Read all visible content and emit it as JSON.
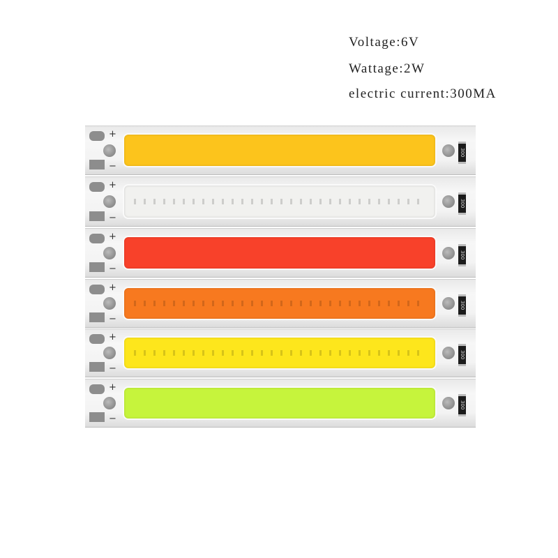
{
  "specs": {
    "voltage": "Voltage:6V",
    "wattage": "Wattage:2W",
    "current": "electric current:300MA"
  },
  "strips": [
    {
      "color_name": "warm-white",
      "color": "#fcc41c",
      "chips": false
    },
    {
      "color_name": "unlit-white",
      "color": "#f1f1ef",
      "chips": true
    },
    {
      "color_name": "red",
      "color": "#f8412a",
      "chips": false
    },
    {
      "color_name": "orange",
      "color": "#f7791f",
      "chips": true
    },
    {
      "color_name": "yellow",
      "color": "#fde61c",
      "chips": true
    },
    {
      "color_name": "green",
      "color": "#c6f43c",
      "chips": false
    }
  ],
  "strip_labels": {
    "plus": "+",
    "minus": "−",
    "resistor": "300"
  }
}
